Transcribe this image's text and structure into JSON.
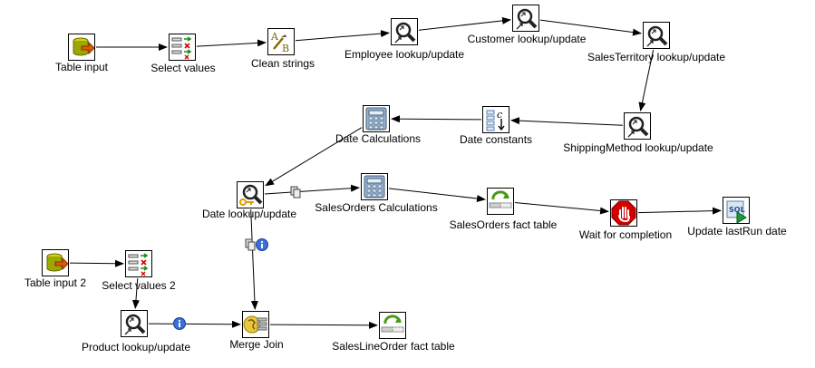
{
  "steps": [
    {
      "id": "table_input",
      "label": "Table input",
      "icon": "database-input-icon"
    },
    {
      "id": "select_values",
      "label": "Select values",
      "icon": "select-values-icon"
    },
    {
      "id": "clean_strings",
      "label": "Clean strings",
      "icon": "string-replace-icon"
    },
    {
      "id": "employee_lookup",
      "label": "Employee lookup/update",
      "icon": "lookup-update-icon"
    },
    {
      "id": "customer_lookup",
      "label": "Customer lookup/update",
      "icon": "lookup-update-icon"
    },
    {
      "id": "salesterritory_lookup",
      "label": "SalesTerritory lookup/update",
      "icon": "lookup-update-icon"
    },
    {
      "id": "shippingmethod_lookup",
      "label": "ShippingMethod lookup/update",
      "icon": "lookup-update-icon"
    },
    {
      "id": "date_constants",
      "label": "Date constants",
      "icon": "constants-icon"
    },
    {
      "id": "date_calculations",
      "label": "Date Calculations",
      "icon": "calculator-icon"
    },
    {
      "id": "date_lookup",
      "label": "Date lookup/update",
      "icon": "lookup-update-key-icon"
    },
    {
      "id": "salesorders_calculations",
      "label": "SalesOrders Calculations",
      "icon": "calculator-icon"
    },
    {
      "id": "salesorders_fact",
      "label": "SalesOrders fact table",
      "icon": "table-output-icon"
    },
    {
      "id": "wait_for_completion",
      "label": "Wait for completion",
      "icon": "stop-hand-icon"
    },
    {
      "id": "update_lastrun",
      "label": "Update lastRun date",
      "icon": "sql-script-icon"
    },
    {
      "id": "table_input_2",
      "label": "Table input 2",
      "icon": "database-input-icon"
    },
    {
      "id": "select_values_2",
      "label": "Select values 2",
      "icon": "select-values-icon"
    },
    {
      "id": "product_lookup",
      "label": "Product lookup/update",
      "icon": "lookup-update-icon"
    },
    {
      "id": "merge_join",
      "label": "Merge Join",
      "icon": "merge-join-icon"
    },
    {
      "id": "saleslineorder_fact",
      "label": "SalesLineOrder fact table",
      "icon": "table-output-icon"
    }
  ],
  "hops": [
    {
      "from": "table_input",
      "to": "select_values"
    },
    {
      "from": "select_values",
      "to": "clean_strings"
    },
    {
      "from": "clean_strings",
      "to": "employee_lookup"
    },
    {
      "from": "employee_lookup",
      "to": "customer_lookup"
    },
    {
      "from": "customer_lookup",
      "to": "salesterritory_lookup"
    },
    {
      "from": "salesterritory_lookup",
      "to": "shippingmethod_lookup"
    },
    {
      "from": "shippingmethod_lookup",
      "to": "date_constants"
    },
    {
      "from": "date_constants",
      "to": "date_calculations"
    },
    {
      "from": "date_calculations",
      "to": "date_lookup"
    },
    {
      "from": "date_lookup",
      "to": "salesorders_calculations",
      "marker": "copy-icon"
    },
    {
      "from": "salesorders_calculations",
      "to": "salesorders_fact"
    },
    {
      "from": "salesorders_fact",
      "to": "wait_for_completion"
    },
    {
      "from": "wait_for_completion",
      "to": "update_lastrun"
    },
    {
      "from": "date_lookup",
      "to": "merge_join",
      "marker": "copy-info-icon"
    },
    {
      "from": "table_input_2",
      "to": "select_values_2"
    },
    {
      "from": "select_values_2",
      "to": "product_lookup"
    },
    {
      "from": "product_lookup",
      "to": "merge_join",
      "marker": "info-icon"
    },
    {
      "from": "merge_join",
      "to": "saleslineorder_fact"
    }
  ]
}
